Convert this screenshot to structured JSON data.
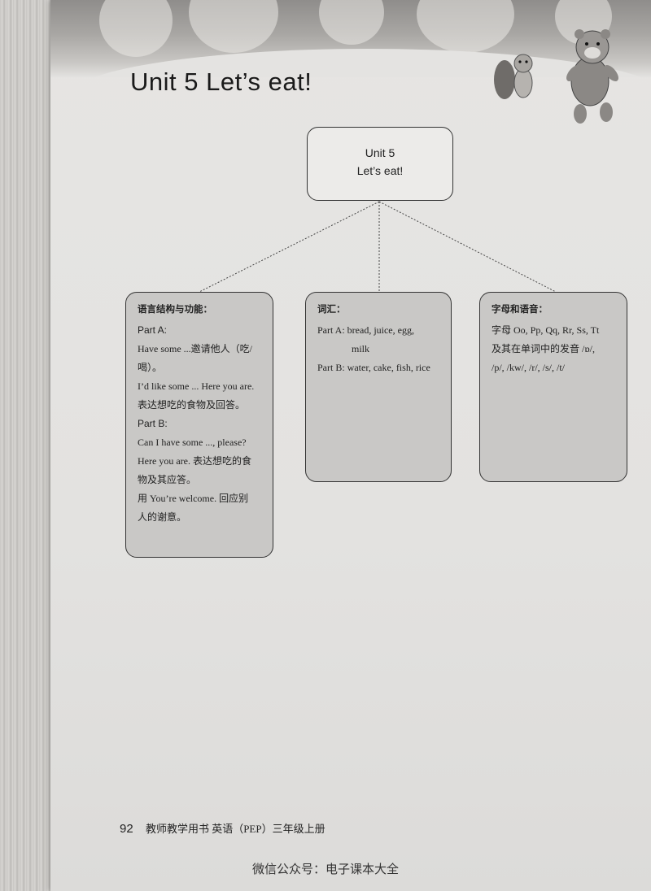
{
  "unit_title": "Unit 5  Let’s eat!",
  "root": {
    "line1": "Unit 5",
    "line2": "Let’s eat!"
  },
  "structure": {
    "heading": "语言结构与功能：",
    "lines": [
      "Part A:",
      "Have some ...邀请他人（吃/",
      "喝）。",
      "I’d like some ... Here you are.",
      "表达想吃的食物及回答。",
      " Part B:",
      "Can I have some ..., please?",
      "Here you are. 表达想吃的食",
      "物及其应答。",
      "用 You’re welcome. 回应别",
      "人的谢意。"
    ]
  },
  "vocab": {
    "heading": "词汇：",
    "part_a": "Part A: bread, juice, egg,",
    "part_a_cont": "milk",
    "part_b": "Part B: water, cake, fish, rice"
  },
  "phonics": {
    "heading": "字母和语音：",
    "lines": [
      "字母 Oo, Pp, Qq, Rr, Ss, Tt",
      "及其在单词中的发音 /ɒ/,",
      "/p/, /kw/, /r/, /s/, /t/"
    ]
  },
  "footer": {
    "page_number": "92",
    "book": "教师教学用书  英语（PEP）三年级上册"
  },
  "watermark": "微信公众号：电子课本大全"
}
